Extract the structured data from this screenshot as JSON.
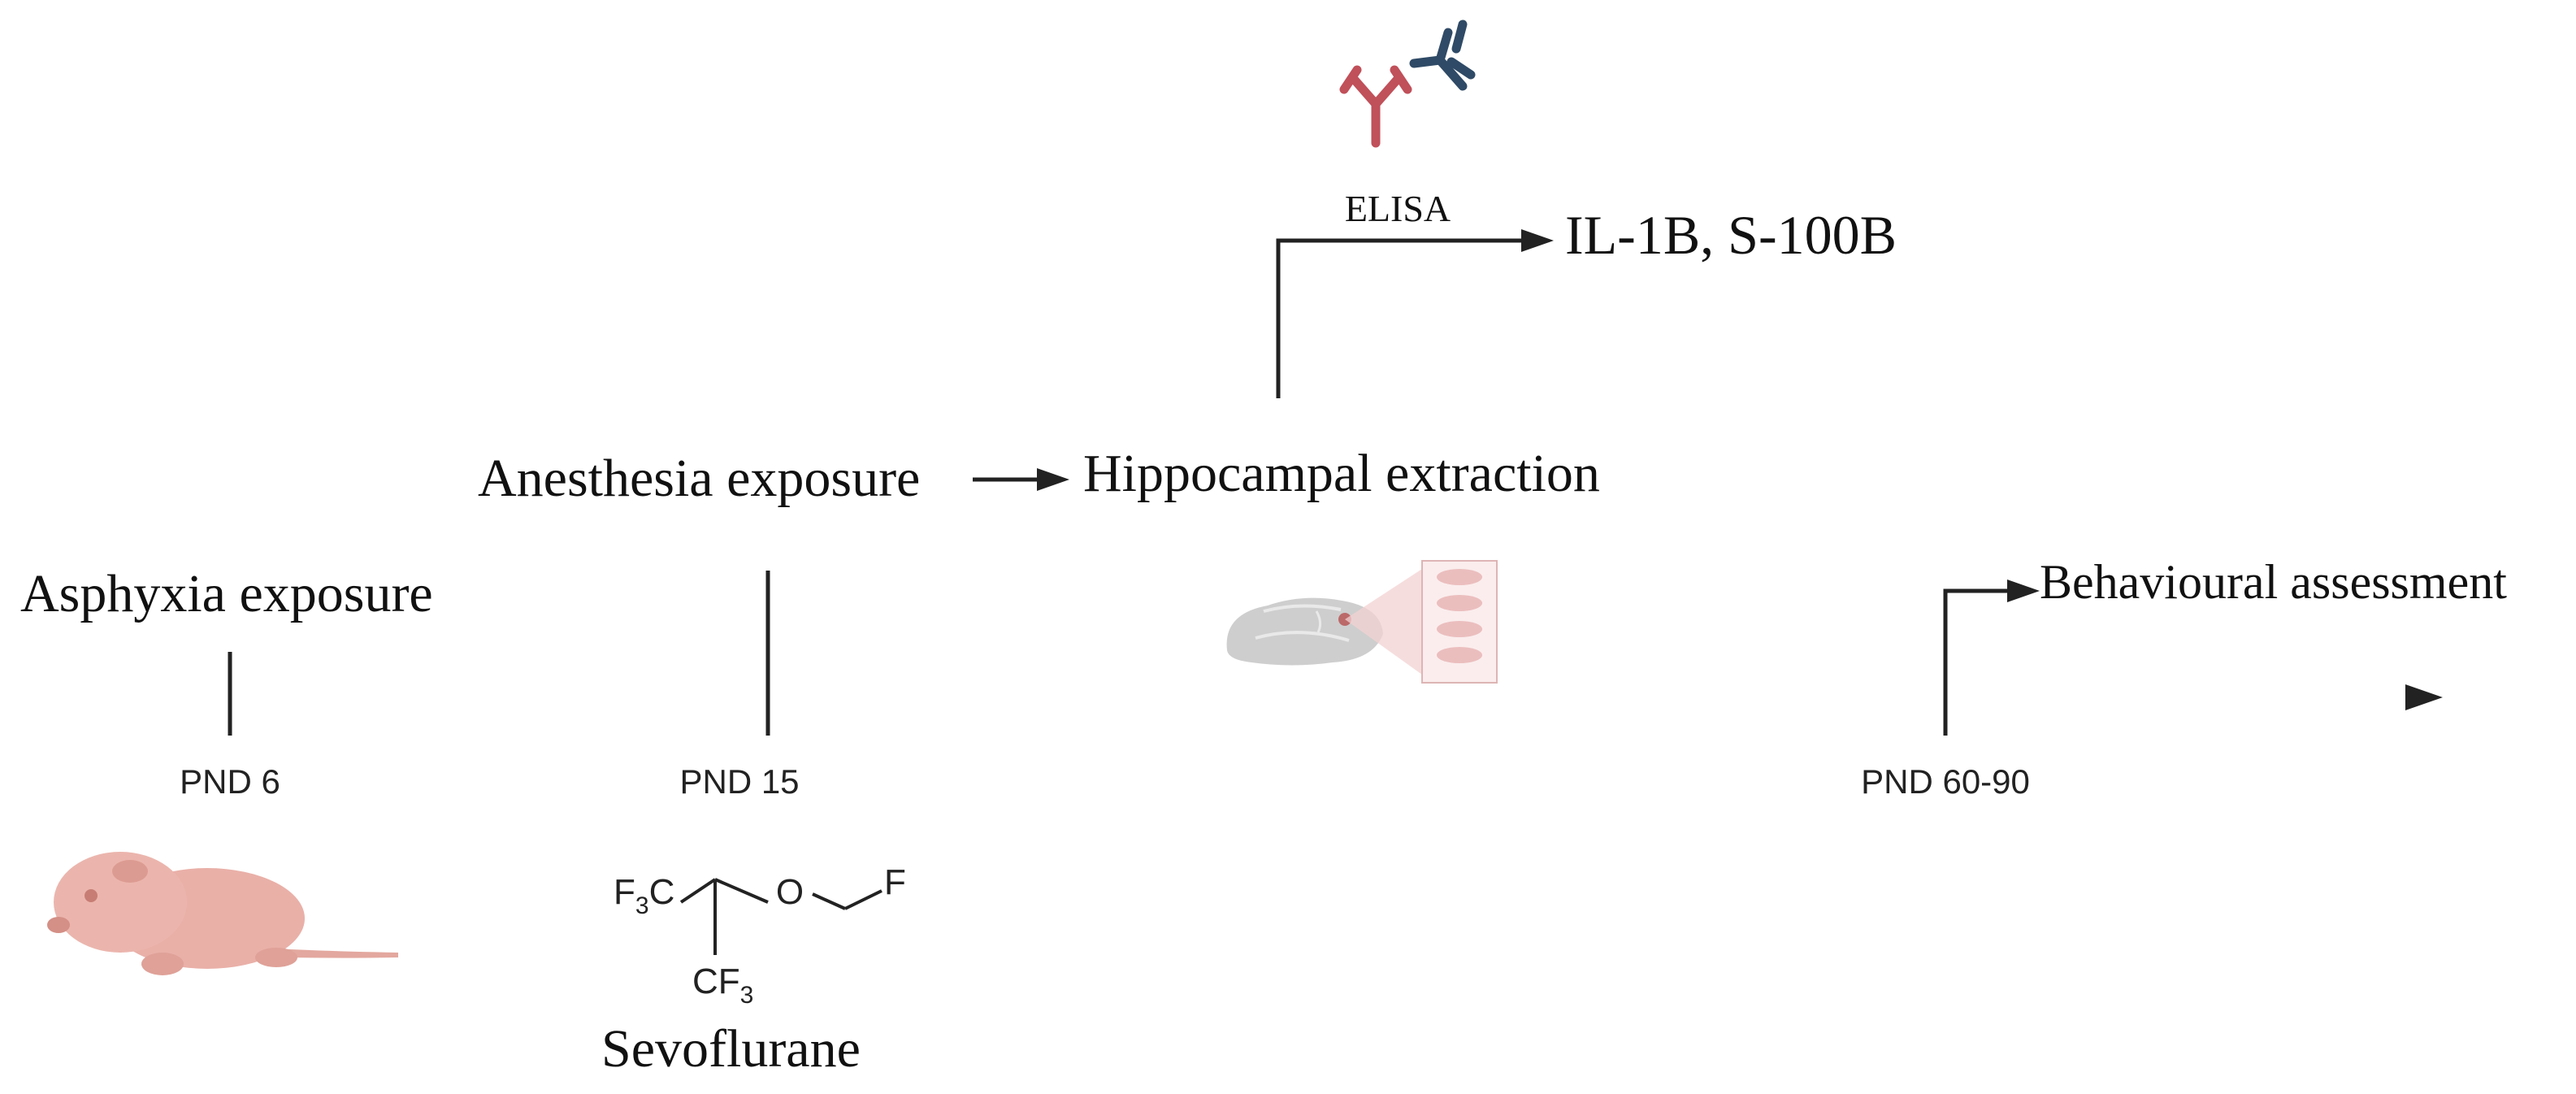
{
  "events": {
    "asphyxia": "Asphyxia exposure",
    "anesthesia": "Anesthesia exposure",
    "hippocampal": "Hippocampal extraction",
    "behavioural": "Behavioural assessment"
  },
  "timepoints": {
    "pnd6": "PND 6",
    "pnd15": "PND 15",
    "pnd60_90": "PND 60-90"
  },
  "assay": {
    "method": "ELISA",
    "markers": "IL-1B, S-100B"
  },
  "drug": {
    "name": "Sevoflurane",
    "formula": {
      "f3c": "F",
      "f3c_sub": "3",
      "f3c_c": "C",
      "o": "O",
      "f": "F",
      "cf3": "CF",
      "cf3_sub": "3"
    }
  },
  "icons": {
    "pup": "rat-pup-icon",
    "brain": "brain-slice-icon",
    "antibody": "antibody-icon"
  },
  "colors": {
    "line": "#222222",
    "pup": "#e9b0a8",
    "antibody_red": "#c0505a",
    "antibody_blue": "#2f4a66",
    "brain": "#bdbdbd",
    "slice": "#e8b3b3"
  }
}
